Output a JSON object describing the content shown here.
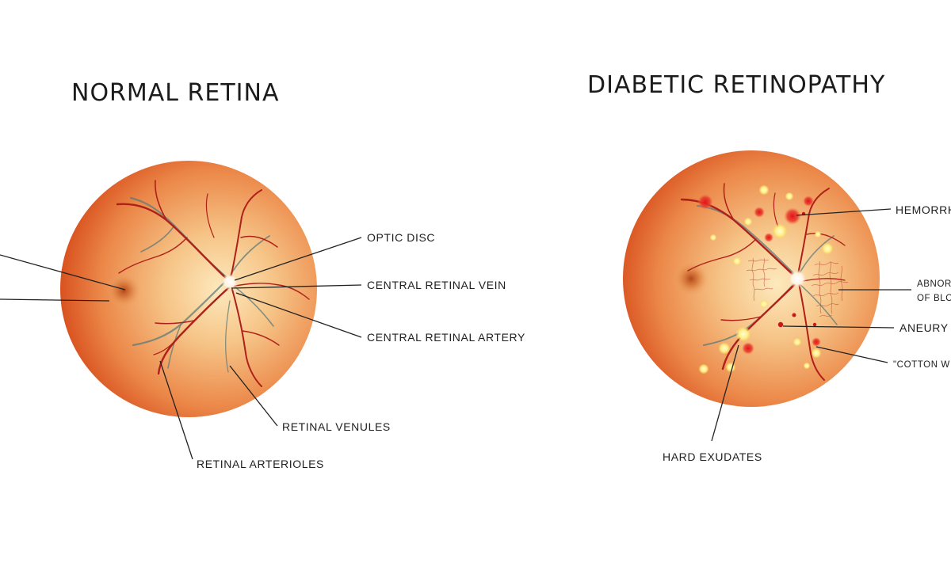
{
  "normal": {
    "title": "NORMAL RETINA",
    "labels": {
      "optic_disc": "OPTIC DISC",
      "central_vein": "CENTRAL RETINAL VEIN",
      "central_artery": "CENTRAL RETINAL ARTERY",
      "venules": "RETINAL VENULES",
      "arterioles": "RETINAL ARTERIOLES"
    }
  },
  "diabetic": {
    "title": "DIABETIC RETINOPATHY",
    "labels": {
      "hemorrhages": "HEMORRH",
      "abnormal_line1": "ABNOR",
      "abnormal_line2": "OF BLO",
      "aneurysm": "ANEURY",
      "cotton_wool": "\"COTTON W",
      "hard_exudates": "HARD EXUDATES"
    }
  },
  "colors": {
    "retina_center": "#fbe9b8",
    "retina_mid": "#f2a56a",
    "retina_edge": "#de5527",
    "artery": "#b0201a",
    "vein": "#5c7a7a",
    "exudate": "#fff08a",
    "hemorrhage": "#e0141b"
  }
}
